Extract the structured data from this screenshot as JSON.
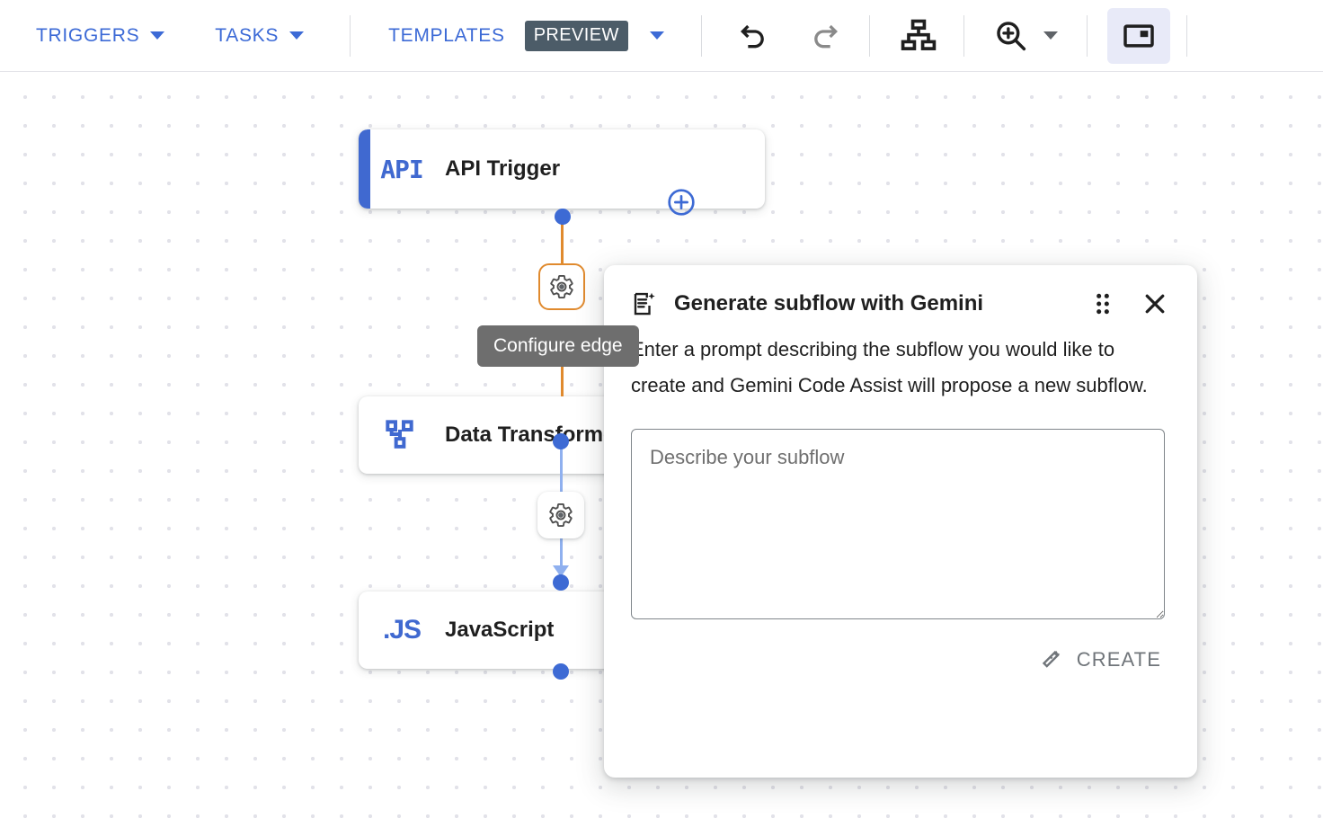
{
  "toolbar": {
    "menus": [
      {
        "label": "TRIGGERS",
        "icon": "chevron-down-icon"
      },
      {
        "label": "TASKS",
        "icon": "chevron-down-icon"
      }
    ],
    "templates": {
      "label": "TEMPLATES",
      "badge": "PREVIEW",
      "icon": "chevron-down-icon"
    },
    "actions": [
      {
        "name": "undo-button",
        "icon": "undo-icon",
        "state": "enabled"
      },
      {
        "name": "redo-button",
        "icon": "redo-icon",
        "state": "disabled"
      },
      {
        "name": "auto-layout-button",
        "icon": "hierarchy-icon",
        "state": "enabled"
      },
      {
        "name": "zoom-button",
        "icon": "zoom-in-icon",
        "state": "enabled"
      },
      {
        "name": "zoom-menu-button",
        "icon": "chevron-down-icon",
        "state": "enabled"
      },
      {
        "name": "toggle-panel-button",
        "icon": "panel-icon",
        "state": "active"
      }
    ]
  },
  "canvas": {
    "nodes": [
      {
        "id": "api-trigger",
        "label": "API Trigger",
        "icon_text": "API",
        "icon_name": "api-icon",
        "accent": true
      },
      {
        "id": "data-transformer",
        "label": "Data Transformer",
        "icon_text": "",
        "icon_name": "data-transformer-icon",
        "accent": false
      },
      {
        "id": "javascript",
        "label": "JavaScript",
        "icon_text": ".JS",
        "icon_name": "javascript-icon",
        "accent": false
      }
    ],
    "edges": [
      {
        "id": "edge-api-to-transformer",
        "color": "#e08a2e",
        "state": "hovered",
        "gear_label": "configure-edge"
      },
      {
        "id": "edge-transformer-to-javascript",
        "color": "#8fb0ef",
        "state": "default",
        "gear_label": "configure-edge"
      }
    ],
    "tooltip": "Configure edge",
    "add_node_badge": "add-node-icon",
    "colors": {
      "accent_blue": "#4069d0",
      "port_blue": "#3d6ad4",
      "edge_orange": "#e08a2e",
      "edge_blue": "#8fb0ef",
      "dot_grid": "#e2e2e9",
      "preview_badge": "#4c5c68",
      "tooltip_bg": "#6e6e6e",
      "toolbar_link": "#3c6ad6"
    }
  },
  "dialog": {
    "title": "Generate subflow with Gemini",
    "title_icon": "gemini-document-sparkle-icon",
    "drag_handle_icon": "drag-handle-icon",
    "close_icon": "close-icon",
    "description": "Enter a prompt describing the subflow you would like to create and Gemini Code Assist will propose a new subflow.",
    "textarea": {
      "value": "",
      "placeholder": "Describe your subflow"
    },
    "create_button": {
      "label": "CREATE",
      "icon": "magic-wand-icon",
      "state": "disabled"
    }
  }
}
